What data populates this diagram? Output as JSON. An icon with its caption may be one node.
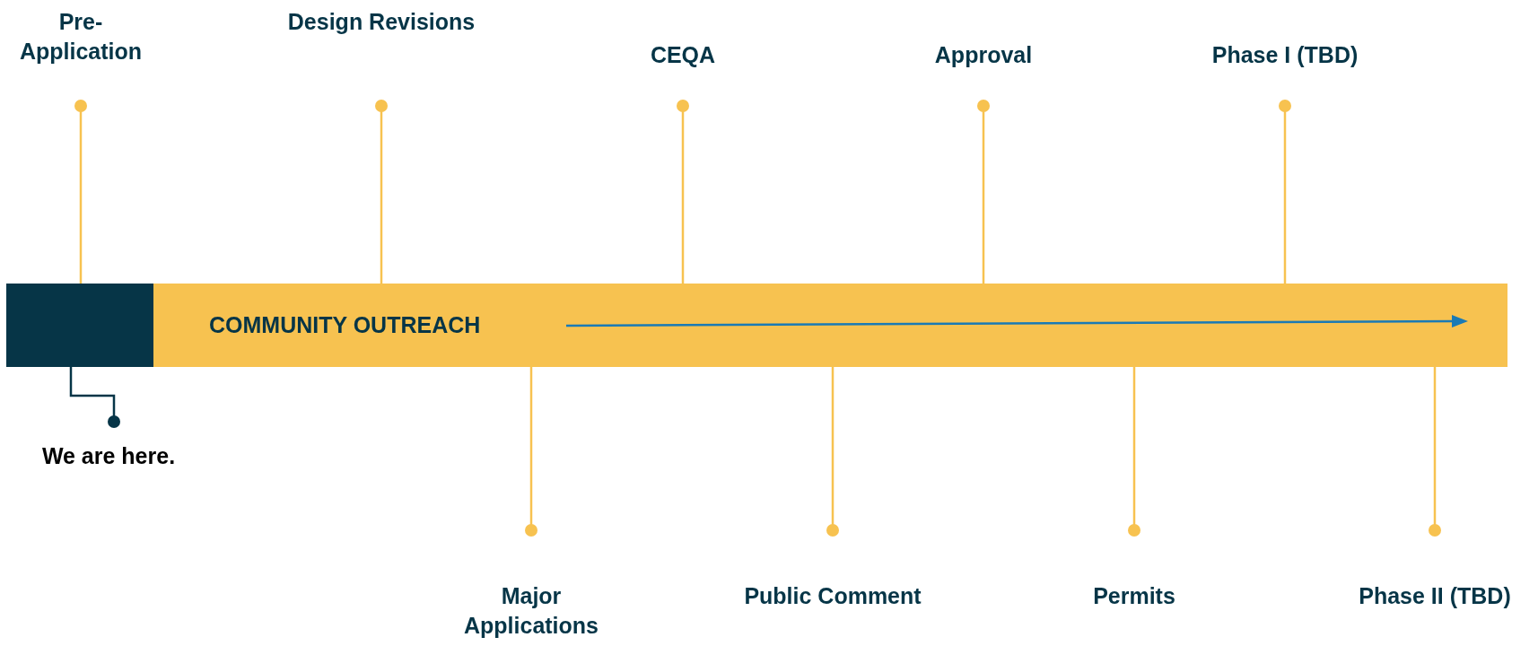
{
  "diagram": {
    "nodes": [
      {
        "text": [],
        "shape": "box"
      },
      {
        "text": [
          "COMMUNITY OUTREACH"
        ]
      },
      {
        "text": [
          "Pre- Application"
        ]
      },
      {
        "text": [
          "Design Revisions"
        ]
      },
      {
        "text": [
          "Major Applications"
        ]
      },
      {
        "text": [
          "CEQA"
        ]
      },
      {
        "text": [
          "Public Comment"
        ]
      },
      {
        "text": [
          "Approval"
        ]
      },
      {
        "text": [
          "Permits"
        ]
      },
      {
        "text": [
          "Phase I (TBD)"
        ]
      },
      {
        "text": [
          "Phase II (TBD)"
        ]
      },
      {
        "text": [
          "We are here."
        ]
      }
    ],
    "edges": [
      {
        "from": 2,
        "to": 0,
        "arrow": "other"
      },
      {
        "from": 3,
        "to": 1,
        "arrow": "other"
      },
      {
        "from": 4,
        "to": 1,
        "arrow": "other"
      },
      {
        "from": 5,
        "to": 1,
        "arrow": "other"
      },
      {
        "from": 6,
        "to": 1,
        "arrow": "other"
      },
      {
        "from": 7,
        "to": 1,
        "arrow": "other"
      },
      {
        "from": 8,
        "to": 1,
        "arrow": "other"
      },
      {
        "from": 9,
        "to": 1,
        "arrow": "other"
      },
      {
        "from": 10,
        "to": 1,
        "arrow": "other"
      },
      {
        "from": 11,
        "to": 0,
        "arrow": "other",
        "color": "#063547"
      }
    ]
  }
}
